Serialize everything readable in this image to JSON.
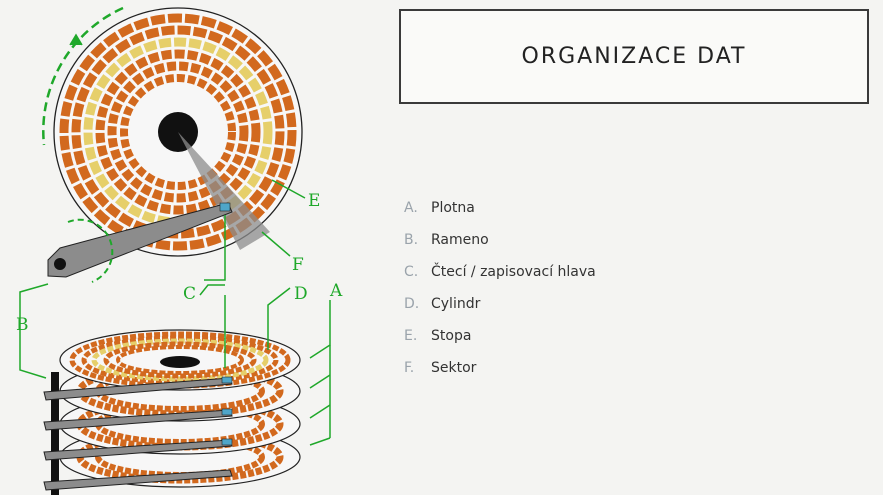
{
  "slide": {
    "title": "ORGANIZACE DAT",
    "items": [
      {
        "marker": "A.",
        "text": "Plotna"
      },
      {
        "marker": "B.",
        "text": "Rameno"
      },
      {
        "marker": "C.",
        "text": "Čtecí / zapisovací hlava"
      },
      {
        "marker": "D.",
        "text": "Cylindr"
      },
      {
        "marker": "E.",
        "text": "Stopa"
      },
      {
        "marker": "F.",
        "text": "Sektor"
      }
    ]
  },
  "diagram": {
    "labels": {
      "a": "A",
      "b": "B",
      "c": "C",
      "d": "D",
      "e": "E",
      "f": "F"
    }
  },
  "colors": {
    "background": "#f4f4f2",
    "track_orange": "#d2691e",
    "track_yellow": "#e6cf6a",
    "annotation_green": "#1fa82a",
    "platter": "#f7f7f7",
    "arm": "#8c8c8c",
    "marker_gray": "#9aa3ab"
  }
}
